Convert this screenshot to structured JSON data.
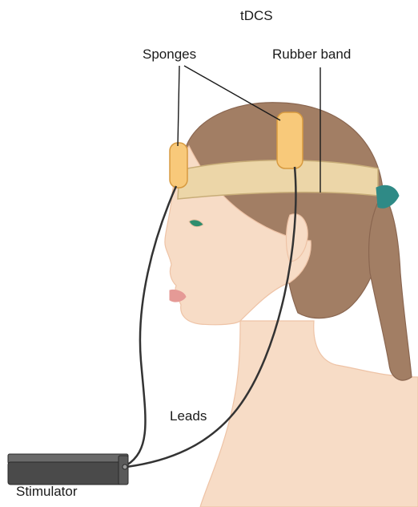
{
  "diagram": {
    "title": "tDCS",
    "labels": {
      "sponges": "Sponges",
      "rubber_band": "Rubber band",
      "leads": "Leads",
      "stimulator": "Stimulator"
    }
  },
  "colors": {
    "skin": "#f7dcc6",
    "skin_shadow": "#eec3a6",
    "hair": "#a27e64",
    "hair_dark": "#8a6650",
    "band": "#ecd6a8",
    "band_edge": "#c8ad78",
    "sponge": "#f8c97a",
    "sponge_edge": "#d79a40",
    "hair_tie": "#2f8a86",
    "lead": "#333333",
    "stimulator": "#4a4a4a",
    "lip": "#e59a96",
    "eye": "#2f8d6e"
  }
}
